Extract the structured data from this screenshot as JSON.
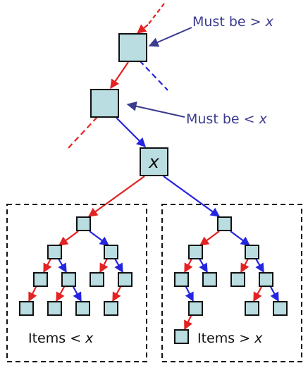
{
  "annotations": {
    "upper": {
      "text": "Must be > ",
      "var": "x"
    },
    "lower": {
      "text": "Must be < ",
      "var": "x"
    }
  },
  "node_label": "x",
  "left_box": {
    "text": "Items < ",
    "var": "x"
  },
  "right_box": {
    "text": "Items > ",
    "var": "x"
  },
  "colors": {
    "left_edge": "#e32222",
    "right_edge": "#2525e0",
    "node_fill": "#b9dde0",
    "annotation_text": "#3b3b8f"
  }
}
